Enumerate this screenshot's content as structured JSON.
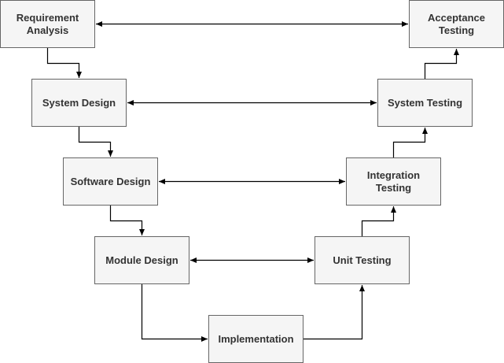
{
  "diagram": {
    "stroke_color": "#000000",
    "box_fill": "#f5f5f5",
    "box_border": "#666666",
    "text_color": "#333333",
    "boxes": {
      "requirement_analysis": "Requirement\nAnalysis",
      "system_design": "System Design",
      "software_design": "Software Design",
      "module_design": "Module Design",
      "implementation": "Implementation",
      "unit_testing": "Unit Testing",
      "integration_testing": "Integration\nTesting",
      "system_testing": "System Testing",
      "acceptance_testing": "Acceptance\nTesting"
    },
    "connections": [
      {
        "from": "requirement_analysis",
        "to": "system_design",
        "type": "flow"
      },
      {
        "from": "system_design",
        "to": "software_design",
        "type": "flow"
      },
      {
        "from": "software_design",
        "to": "module_design",
        "type": "flow"
      },
      {
        "from": "module_design",
        "to": "implementation",
        "type": "flow"
      },
      {
        "from": "implementation",
        "to": "unit_testing",
        "type": "flow"
      },
      {
        "from": "unit_testing",
        "to": "integration_testing",
        "type": "flow"
      },
      {
        "from": "integration_testing",
        "to": "system_testing",
        "type": "flow"
      },
      {
        "from": "system_testing",
        "to": "acceptance_testing",
        "type": "flow"
      },
      {
        "from": "requirement_analysis",
        "to": "acceptance_testing",
        "type": "bidirectional"
      },
      {
        "from": "system_design",
        "to": "system_testing",
        "type": "bidirectional"
      },
      {
        "from": "software_design",
        "to": "integration_testing",
        "type": "bidirectional"
      },
      {
        "from": "module_design",
        "to": "unit_testing",
        "type": "bidirectional"
      }
    ]
  }
}
